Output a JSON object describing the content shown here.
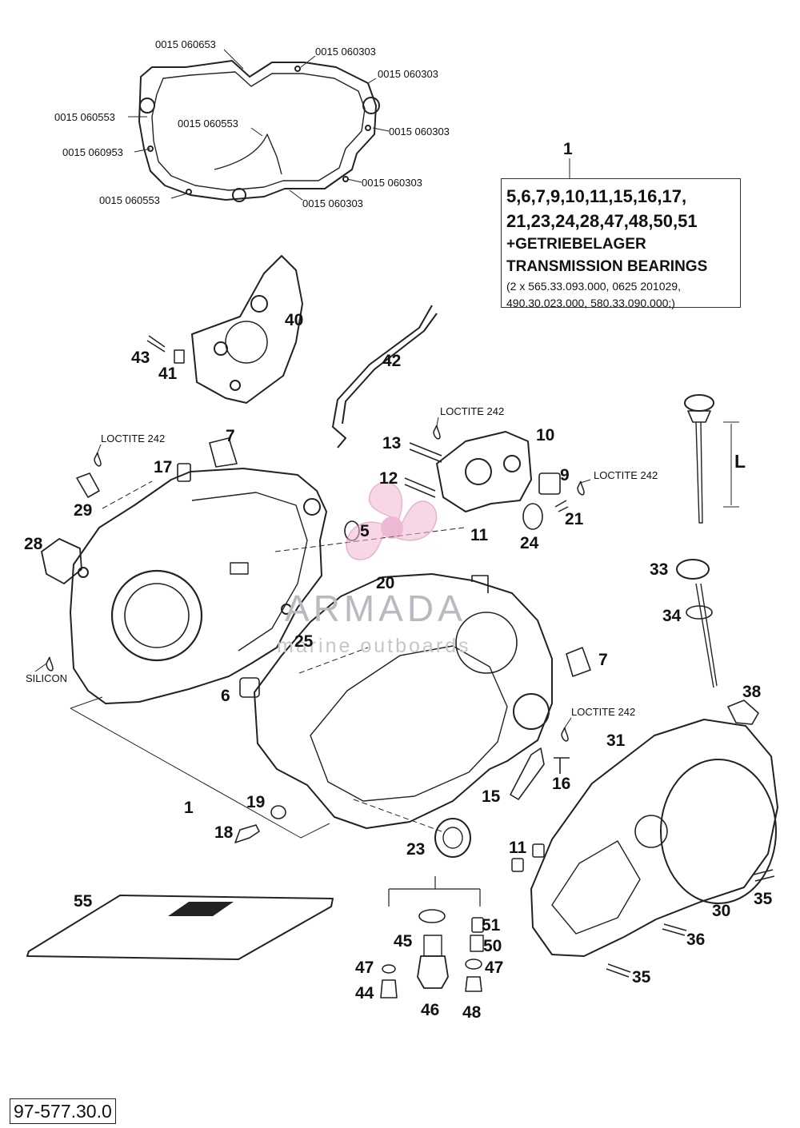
{
  "kit": {
    "title_number": "1",
    "line1": "5,6,7,9,10,11,15,16,17,",
    "line2": "21,23,24,28,47,48,50,51",
    "line3": "+GETRIEBELAGER",
    "line4": "TRANSMISSION BEARINGS",
    "line5": "(2 x 565.33.093.000, 0625 201029,",
    "line6": "490.30.023.000, 580.33.090.000;)"
  },
  "gasket_parts": {
    "p_060653": "0015 060653",
    "p_060303_a": "0015 060303",
    "p_060303_b": "0015 060303",
    "p_060553_left": "0015 060553",
    "p_060553_mid": "0015 060553",
    "p_060303_c": "0015 060303",
    "p_060953": "0015 060953",
    "p_060303_d": "0015 060303",
    "p_060553_bottom": "0015 060553",
    "p_060303_e": "0015 060303"
  },
  "notes": {
    "loctite_left": "LOCTITE 242",
    "loctite_top": "LOCTITE 242",
    "loctite_right_top": "LOCTITE 242",
    "loctite_right_mid": "LOCTITE 242",
    "silicon": "SILICON",
    "dipstick_dimension": "L"
  },
  "watermark": {
    "brand": "ARMADA",
    "tagline": "marine outboards"
  },
  "reference": "97-577.30.0",
  "callouts": {
    "n40": "40",
    "n43": "43",
    "n41": "41",
    "n42": "42",
    "n7a": "7",
    "n17": "17",
    "n29": "29",
    "n28": "28",
    "n13": "13",
    "n10": "10",
    "n12": "12",
    "n9": "9",
    "n5": "5",
    "n11a": "11",
    "n24": "24",
    "n21": "21",
    "n20": "20",
    "n25": "25",
    "n6": "6",
    "n7b": "7",
    "n33": "33",
    "n34": "34",
    "n38": "38",
    "n31": "31",
    "n16": "16",
    "n15": "15",
    "n1": "1",
    "n19": "19",
    "n18": "18",
    "n23": "23",
    "n11b": "11",
    "n35a": "35",
    "n30": "30",
    "n55": "55",
    "n45": "45",
    "n51": "51",
    "n50": "50",
    "n47a": "47",
    "n47b": "47",
    "n44": "44",
    "n46": "46",
    "n48": "48",
    "n36": "36",
    "n35b": "35"
  }
}
